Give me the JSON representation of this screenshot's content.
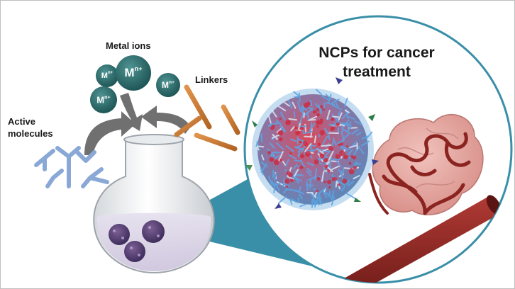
{
  "labels": {
    "metal_ions": "Metal ions",
    "linkers": "Linkers",
    "active_line1": "Active",
    "active_line2": "molecules",
    "title_line1": "NCPs for cancer",
    "title_line2": "treatment"
  },
  "ions": [
    {
      "base": "M",
      "charge": "n+"
    },
    {
      "base": "M",
      "charge": "n+"
    },
    {
      "base": "M",
      "charge": "n+"
    },
    {
      "base": "M",
      "charge": "n+"
    }
  ],
  "colors": {
    "ion": "#2f6f6f",
    "linker": "#c8762e",
    "molecule": "#8aa8d6",
    "circle_border": "#3a8fa8",
    "zoom_cone": "#3a8fa8",
    "vessel": "#8b2420",
    "tumor": "#e8a9a3",
    "nanoparticle_core": "#c23a4c",
    "nanoparticle_fiber": "#6fa8dc",
    "arrow": "#707070"
  }
}
